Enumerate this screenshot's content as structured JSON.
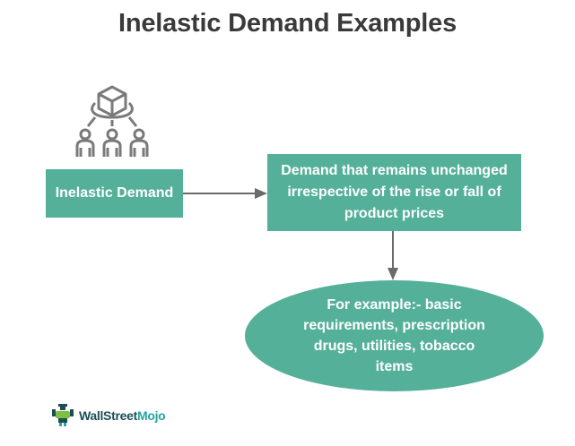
{
  "title": "Inelastic Demand Examples",
  "diagram": {
    "icon": "people-network-cube-icon",
    "nodes": [
      {
        "id": "concept",
        "shape": "rectangle",
        "label": "Inelastic Demand"
      },
      {
        "id": "definition",
        "shape": "rectangle",
        "label": "Demand that remains unchanged irrespective of the rise or fall of product prices"
      },
      {
        "id": "examples",
        "shape": "ellipse",
        "label": "For example:- basic requirements, prescription drugs, utilities, tobacco items"
      }
    ],
    "edges": [
      {
        "from": "concept",
        "to": "definition"
      },
      {
        "from": "definition",
        "to": "examples"
      }
    ]
  },
  "colors": {
    "node_fill": "#55b09a",
    "node_text": "#ffffff",
    "title_text": "#3a3a3a",
    "arrow": "#6b6b6b",
    "icon": "#7a7a7a"
  },
  "logo": {
    "part1": "WallStreet",
    "part2": "Mojo"
  }
}
